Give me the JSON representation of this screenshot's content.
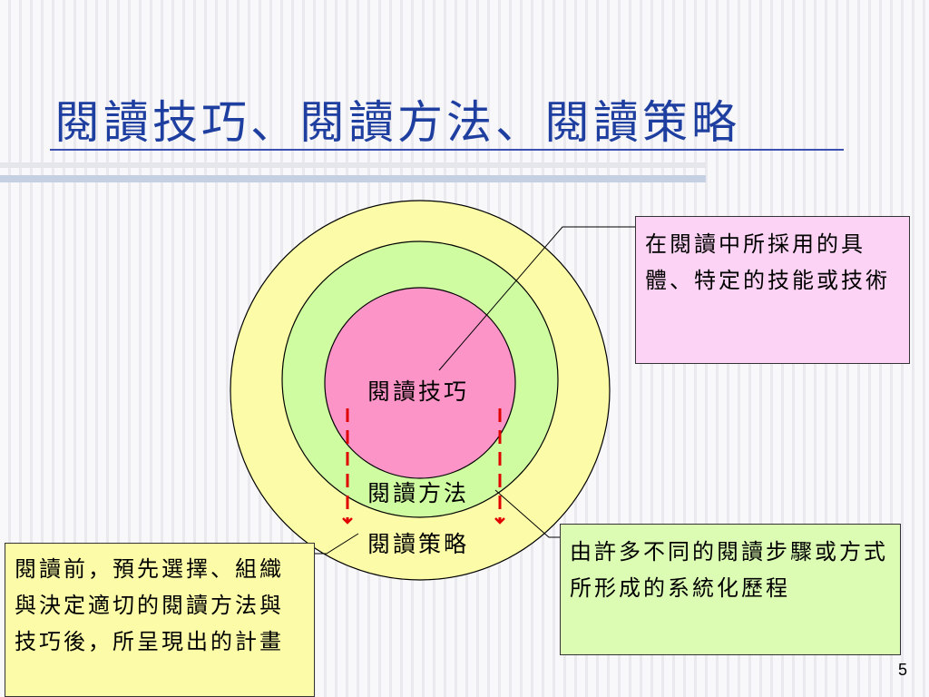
{
  "slide": {
    "title": "閱讀技巧、閱讀方法、閱讀策略",
    "page_number": "5"
  },
  "diagram": {
    "inner_label": "閱讀技巧",
    "middle_label": "閱讀方法",
    "outer_label": "閱讀策略",
    "colors": {
      "outer_ring": "#fcfca8",
      "middle_ring": "#cffca0",
      "inner_circle": "#fc94c8",
      "arrow": "#e00000"
    }
  },
  "notes": {
    "technique": "在閱讀中所採用的具體、特定的技能或技術",
    "method": "由許多不同的閱讀步驟或方式所形成的系統化歷程",
    "strategy": "閱讀前，預先選擇、組織與決定適切的閱讀方法與技巧後，所呈現出的計畫"
  }
}
